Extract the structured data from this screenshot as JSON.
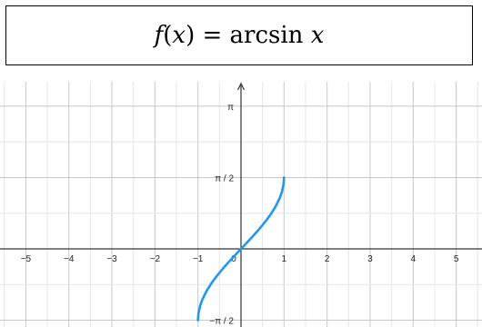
{
  "title_box": {
    "fn": "f",
    "open": "(",
    "var1": "x",
    "close": ")",
    "eq": " = arcsin ",
    "var2": "x"
  },
  "chart_data": {
    "type": "line",
    "title": "",
    "xlabel": "",
    "ylabel": "",
    "xlim": [
      -5.6,
      5.6
    ],
    "ylim": [
      -1.72,
      3.68
    ],
    "grid": true,
    "grid_step_x": 0.5,
    "grid_step_y": 0.7854,
    "x_ticks": [
      {
        "value": -5,
        "label": "−5"
      },
      {
        "value": -4,
        "label": "−4"
      },
      {
        "value": -3,
        "label": "−3"
      },
      {
        "value": -2,
        "label": "−2"
      },
      {
        "value": -1,
        "label": "−1"
      },
      {
        "value": 0,
        "label": "0"
      },
      {
        "value": 1,
        "label": "1"
      },
      {
        "value": 2,
        "label": "2"
      },
      {
        "value": 3,
        "label": "3"
      },
      {
        "value": 4,
        "label": "4"
      },
      {
        "value": 5,
        "label": "5"
      }
    ],
    "y_ticks": [
      {
        "value": 3.1416,
        "label": "π"
      },
      {
        "value": 1.5708,
        "label": "π / 2"
      },
      {
        "value": -1.5708,
        "label": "−π / 2"
      }
    ],
    "series": [
      {
        "color": "#2196f3",
        "x": [
          -1,
          -0.99,
          -0.95,
          -0.9,
          -0.8,
          -0.7,
          -0.6,
          -0.5,
          -0.4,
          -0.3,
          -0.2,
          -0.1,
          0,
          0.1,
          0.2,
          0.3,
          0.4,
          0.5,
          0.6,
          0.7,
          0.8,
          0.9,
          0.95,
          0.99,
          1
        ],
        "y": [
          -1.5708,
          -1.4293,
          -1.2532,
          -1.1198,
          -0.9273,
          -0.7754,
          -0.6435,
          -0.5236,
          -0.4115,
          -0.3047,
          -0.2014,
          -0.1002,
          0,
          0.1002,
          0.2014,
          0.3047,
          0.4115,
          0.5236,
          0.6435,
          0.7754,
          0.9273,
          1.1198,
          1.2532,
          1.4293,
          1.5708
        ]
      }
    ]
  }
}
